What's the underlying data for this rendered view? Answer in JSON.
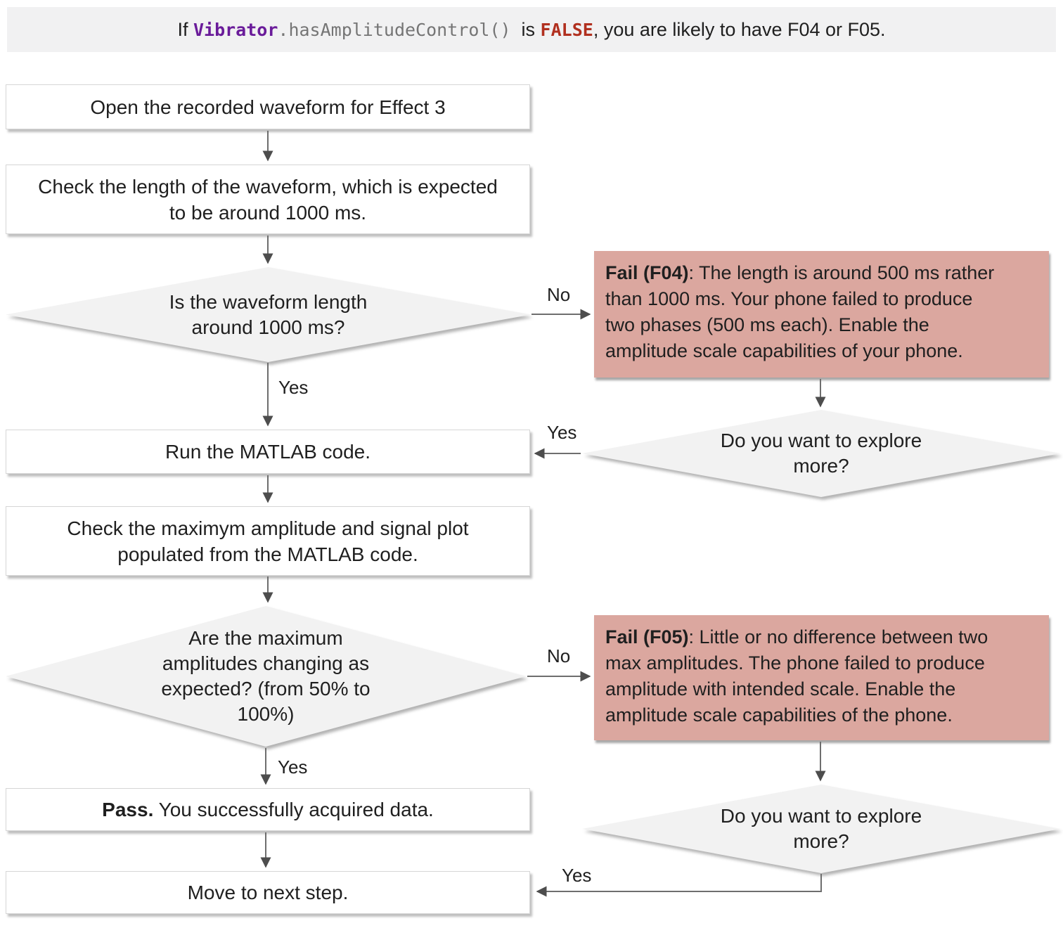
{
  "banner": {
    "text_if": "If ",
    "code_class": "Vibrator",
    "code_method": ".hasAmplitudeControl()",
    "text_is": "  is ",
    "code_value": "FALSE",
    "text_rest": ", you are likely to have F04 or F05."
  },
  "labels": {
    "yes": "Yes",
    "no": "No"
  },
  "nodes": {
    "open_waveform": "Open the recorded waveform for Effect 3",
    "check_length": "Check the length of the waveform, which is expected to be around 1000 ms.",
    "is_length_1000": "Is the waveform length around 1000 ms?",
    "run_matlab": "Run the MATLAB code.",
    "check_amplitude": "Check the maximym amplitude and signal plot populated from the MATLAB code.",
    "amplitudes_changing": "Are the maximum amplitudes changing as expected? (from 50% to 100%)",
    "pass_title": "Pass.",
    "pass_text": " You successfully acquired data.",
    "move_next": "Move to next step.",
    "explore_more": "Do you want to explore more?",
    "f04": {
      "title": "Fail (F04)",
      "lines": [
        ": The length is around 500 ms rather",
        "than 1000 ms. Your phone failed to produce",
        "two phases (500 ms each). Enable the",
        "amplitude scale capabilities of your phone."
      ]
    },
    "f05": {
      "title": "Fail (F05)",
      "lines": [
        ": Little or no difference between two",
        "max amplitudes. The phone failed to produce",
        "amplitude with intended scale. Enable the",
        "amplitude scale capabilities of the phone."
      ]
    }
  },
  "colors": {
    "banner-bg": "#f1f1f2",
    "box-bg": "#ffffff",
    "box-border": "#d6d6d6",
    "diamond-bg": "#f2f2f2",
    "fail-bg": "#dba79f",
    "arrow": "#6e6e6e",
    "arrowhead": "#4d4d4d",
    "text": "#1f1f1f",
    "code-class": "#6a1b9a",
    "code-method": "#757575",
    "code-false": "#b1301f"
  }
}
